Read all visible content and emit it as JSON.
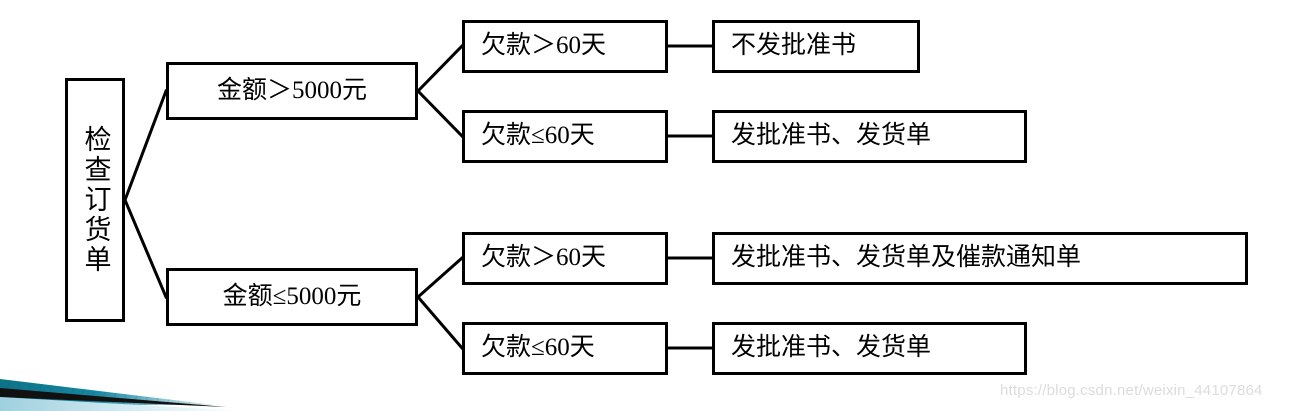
{
  "diagram": {
    "type": "decision-tree",
    "title": "",
    "root": {
      "label": "检查订货单",
      "orientation": "vertical"
    },
    "level1": [
      {
        "label": "金额＞5000元"
      },
      {
        "label": "金额≤5000元"
      }
    ],
    "level2": [
      {
        "label": "欠款＞60天"
      },
      {
        "label": "欠款≤60天"
      },
      {
        "label": "欠款＞60天"
      },
      {
        "label": "欠款≤60天"
      }
    ],
    "results": [
      {
        "label": "不发批准书"
      },
      {
        "label": "发批准书、发货单"
      },
      {
        "label": "发批准书、发货单及催款通知单"
      },
      {
        "label": "发批准书、发货单"
      }
    ]
  },
  "colors": {
    "stroke": "#000000",
    "background": "#ffffff",
    "wedge_teal": "#0f7e99",
    "wedge_light": "#cfe5ee",
    "watermark": "#dcdcdc"
  },
  "watermark": {
    "text": "https://blog.csdn.net/weixin_44107864"
  }
}
